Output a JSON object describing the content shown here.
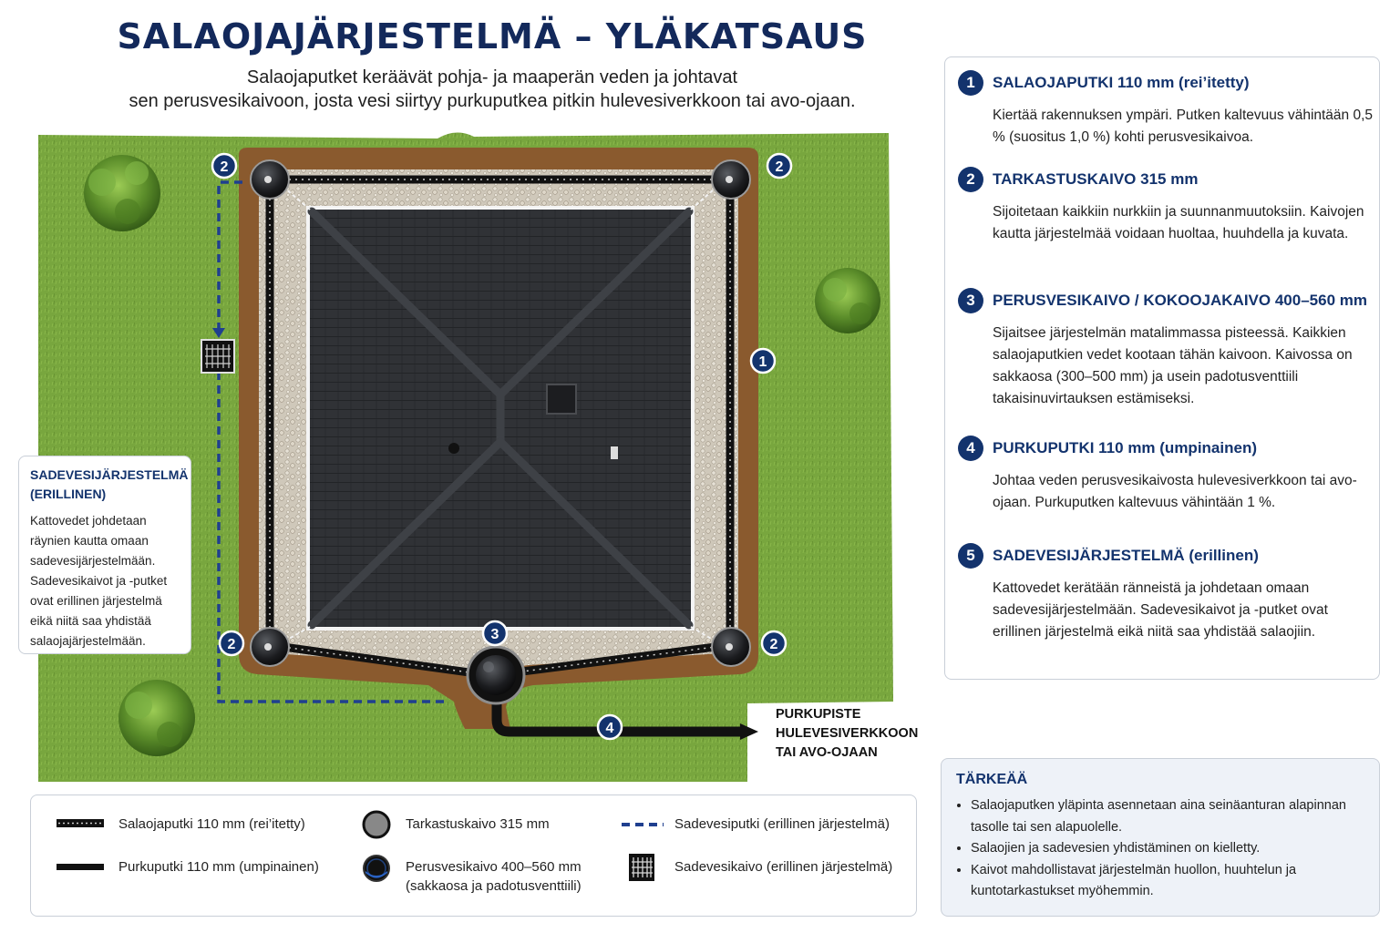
{
  "header": {
    "title": "SALAOJAJÄRJESTELMÄ – YLÄKATSAUS",
    "subtitle_line1": "Salaojaputket keräävät pohja- ja maaperän veden ja johtavat",
    "subtitle_line2": "sen perusvesikaivoon, josta vesi siirtyy purkuputkea pitkin hulevesiverkkoon tai avo-ojaan."
  },
  "diagram": {
    "badges": {
      "pipe": "1",
      "inspection": "2",
      "main_well": "3",
      "discharge": "4"
    },
    "outlet_label": "PURKUPISTE\nHULEVESIVERKKOON\nTAI AVO-OJAAN",
    "colors": {
      "grass": "#74a33c",
      "soil": "#8a5a2e",
      "gravel": "#c9c1b3",
      "roof": "#2f3134",
      "pipe": "#1a1a1a",
      "storm_dash": "#1f3f8f",
      "badge": "#13336d"
    }
  },
  "stormwater_callout": {
    "title": "SADEVESIJÄRJESTELMÄ (ERILLINEN)",
    "text": "Kattovedet johdetaan räynien kautta omaan sadevesijärjestelmään. Sadevesikaivot ja -putket ovat erillinen järjestelmä eikä niitä saa yhdistää salaojajärjestelmään."
  },
  "components": [
    {
      "num": "1",
      "title": "SALAOJAPUTKI 110 mm (rei’itetty)",
      "text": "Kiertää rakennuksen ympäri. Putken kaltevuus vähintään 0,5 % (suositus 1,0 %) kohti perusvesikaivoa."
    },
    {
      "num": "2",
      "title": "TARKASTUSKAIVO 315 mm",
      "text": "Sijoitetaan kaikkiin nurkkiin ja suunnanmuutoksiin. Kaivojen kautta järjestelmää voidaan huoltaa, huuhdella ja kuvata."
    },
    {
      "num": "3",
      "title": "PERUSVESIKAIVO / KOKOOJAKAIVO 400–560 mm",
      "text": "Sijaitsee järjestelmän matalimmassa pisteessä. Kaikkien salaojaputkien vedet kootaan tähän kaivoon. Kaivossa on sakkaosa (300–500 mm) ja usein padotusventtiili takaisinuvirtauksen estämiseksi."
    },
    {
      "num": "4",
      "title": "PURKUPUTKI 110 mm (umpinainen)",
      "text": "Johtaa veden perusvesikaivosta hulevesiverkkoon tai avo-ojaan. Purkuputken kaltevuus vähintään 1 %."
    },
    {
      "num": "5",
      "title": "SADEVESIJÄRJESTELMÄ (erillinen)",
      "text": "Kattovedet kerätään ränneistä ja johdetaan omaan sadevesijärjestelmään. Sadevesikaivot ja -putket ovat erillinen järjestelmä eikä niitä saa yhdistää salaojiin."
    }
  ],
  "legend": {
    "perforated": "Salaojaputki 110 mm (rei’itetty)",
    "solid": "Purkuputki 110 mm (umpinainen)",
    "inspection": "Tarkastuskaivo 315 mm",
    "main_well_line1": "Perusvesikaivo 400–560 mm",
    "main_well_line2": "(sakkaosa ja padotusventtiili)",
    "storm_pipe": "Sadevesiputki (erillinen järjestelmä)",
    "storm_well": "Sadevesikaivo (erillinen järjestelmä)"
  },
  "important": {
    "title": "TÄRKEÄÄ",
    "items": [
      "Salaojaputken yläpinta asennetaan aina seinäanturan alapinnan tasolle tai sen alapuolelle.",
      "Salaojien ja sadevesien yhdistäminen on kielletty.",
      "Kaivot mahdollistavat järjestelmän huollon, huuhtelun ja kuntotarkastukset myöhemmin."
    ]
  }
}
